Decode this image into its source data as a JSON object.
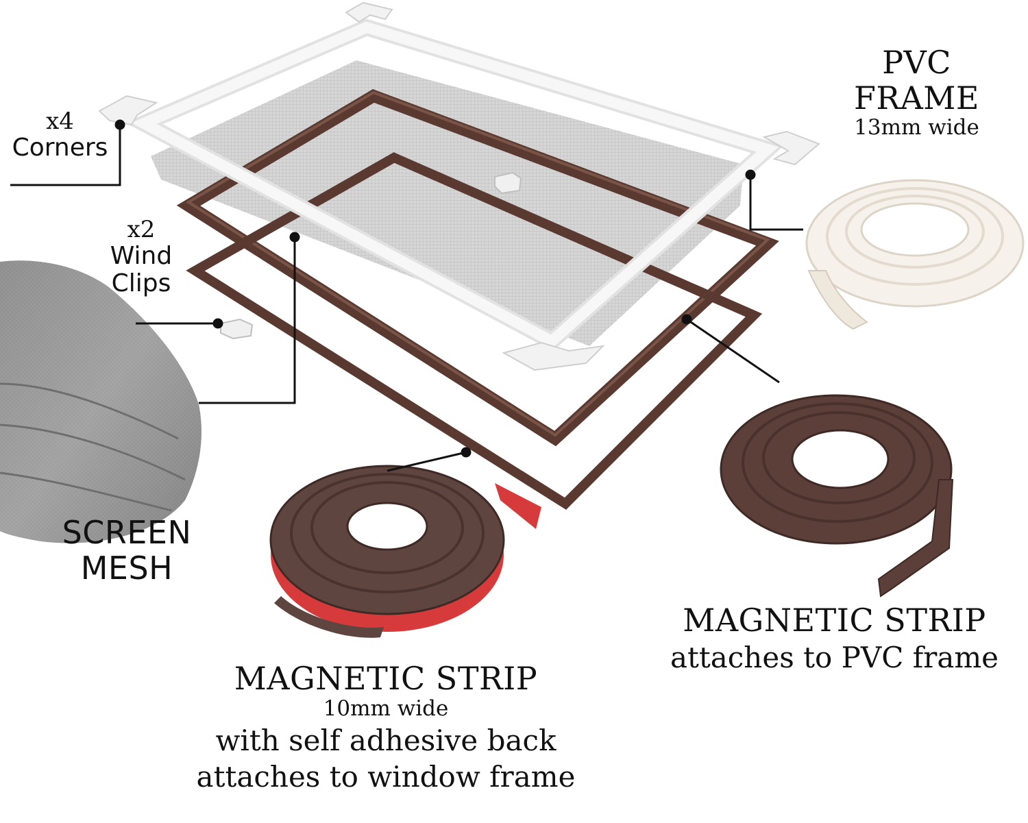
{
  "labels": {
    "corners": {
      "count": "x4",
      "name": "Corners"
    },
    "wind_clips": {
      "count": "x2",
      "line1": "Wind",
      "line2": "Clips"
    },
    "pvc_frame": {
      "line1": "PVC",
      "line2": "FRAME",
      "width": "13mm wide"
    },
    "screen_mesh": {
      "line1": "SCREEN",
      "line2": "MESH"
    },
    "magnetic_strip_window": {
      "title": "MAGNETIC STRIP",
      "width": "10mm wide",
      "line3": "with self adhesive back",
      "line4": "attaches to window frame"
    },
    "magnetic_strip_frame": {
      "title": "MAGNETIC STRIP",
      "line2": "attaches to PVC frame"
    }
  },
  "colors": {
    "pvc_white": "#f4f4f4",
    "magnet_brown": "#5a3a30",
    "adhesive_red": "#d63a3a",
    "mesh_gray": "#9a9a9a",
    "leader_line": "#111111"
  }
}
